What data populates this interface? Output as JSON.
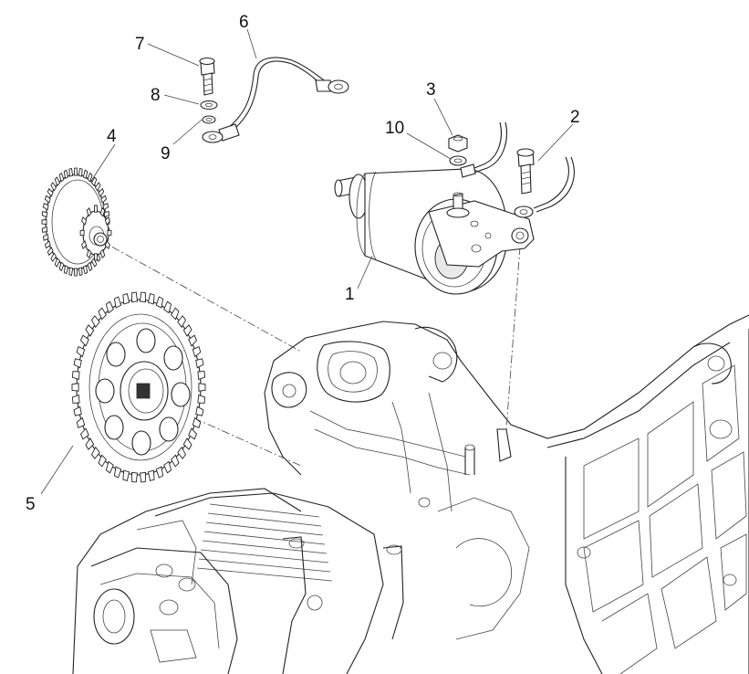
{
  "diagram": {
    "callouts": [
      {
        "id": "1",
        "label": "1"
      },
      {
        "id": "2",
        "label": "2"
      },
      {
        "id": "3",
        "label": "3"
      },
      {
        "id": "4",
        "label": "4"
      },
      {
        "id": "5",
        "label": "5"
      },
      {
        "id": "6",
        "label": "6"
      },
      {
        "id": "7",
        "label": "7"
      },
      {
        "id": "8",
        "label": "8"
      },
      {
        "id": "9",
        "label": "9"
      },
      {
        "id": "10",
        "label": "10"
      }
    ]
  },
  "colors": {
    "line": "#222222",
    "background": "#ffffff"
  }
}
